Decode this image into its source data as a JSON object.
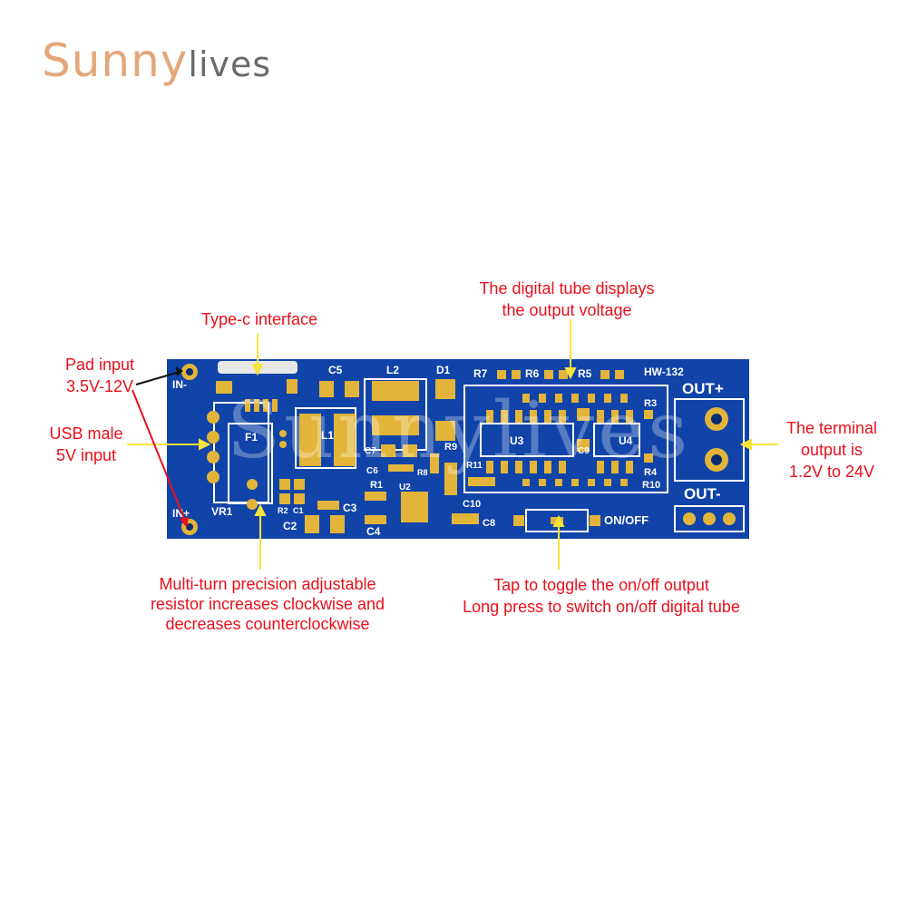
{
  "brand": {
    "sunny": "Sunny",
    "lives": "lives"
  },
  "annotations": {
    "typec": "Type-c interface",
    "tube_line1": "The digital tube displays",
    "tube_line2": "the output voltage",
    "pad_line1": "Pad input",
    "pad_line2": "3.5V-12V",
    "usb_line1": "USB male",
    "usb_line2": "5V input",
    "terminal_line1": "The terminal",
    "terminal_line2": "output is",
    "terminal_line3": "1.2V to 24V",
    "resistor_line1": "Multi-turn precision adjustable",
    "resistor_line2": "resistor increases clockwise and",
    "resistor_line3": "decreases counterclockwise",
    "switch_line1": "Tap to toggle the on/off output",
    "switch_line2": "Long press to switch on/off digital tube"
  },
  "board_labels": {
    "in_minus": "IN-",
    "in_plus": "IN+",
    "c5": "C5",
    "l2": "L2",
    "d1": "D1",
    "r7": "R7",
    "r6": "R6",
    "r5": "R5",
    "model": "HW-132",
    "out_plus": "OUT+",
    "out_minus": "OUT-",
    "f1": "F1",
    "l1": "L1",
    "vr1": "VR1",
    "r2": "R2",
    "c1": "C1",
    "c2": "C2",
    "c3": "C3",
    "c4": "C4",
    "c6": "C6",
    "c7": "C7",
    "r1": "R1",
    "r8": "R8",
    "u2": "U2",
    "r9": "R9",
    "r11": "R11",
    "u3": "U3",
    "c9": "C9",
    "u4": "U4",
    "r3": "R3",
    "r4": "R4",
    "r10": "R10",
    "c10": "C10",
    "c8": "C8",
    "onoff": "ON/OFF"
  },
  "colors": {
    "board": "#1144a8",
    "pad": "#e2b53a",
    "arrow": "#f7e23a",
    "annotation": "#e8101c"
  }
}
